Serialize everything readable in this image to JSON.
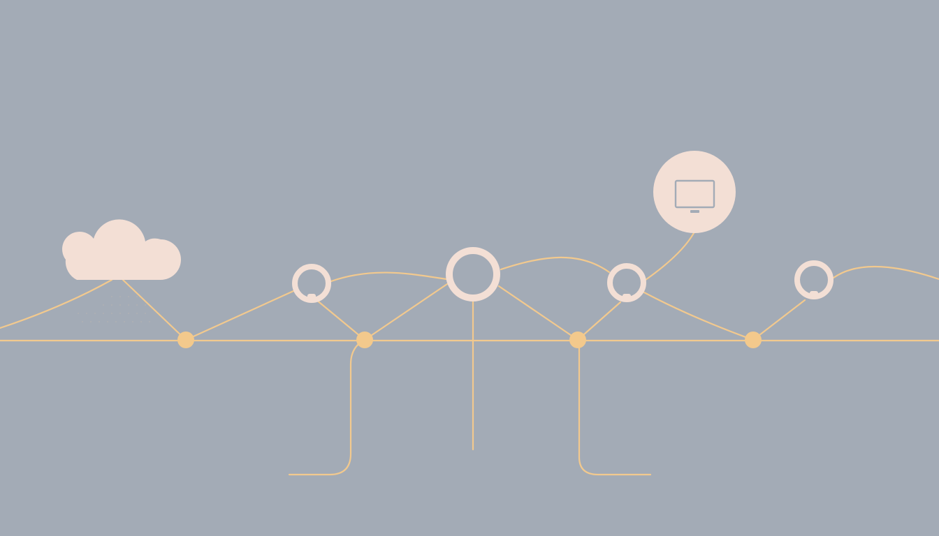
{
  "diagram": {
    "type": "network-topology",
    "palette": {
      "background": "#a3abb6",
      "connection": "#f2c98e",
      "junction": "#f3c98c",
      "node": "#f3dfd5",
      "icon": "#a3abb6"
    },
    "nodes": [
      {
        "id": "cloud",
        "icon": "cloud-icon"
      },
      {
        "id": "device-1",
        "icon": "device-icon"
      },
      {
        "id": "hub",
        "icon": "ring-icon"
      },
      {
        "id": "device-2",
        "icon": "device-icon"
      },
      {
        "id": "monitor",
        "icon": "monitor-icon"
      },
      {
        "id": "device-3",
        "icon": "device-icon"
      }
    ],
    "junctions": 4
  }
}
